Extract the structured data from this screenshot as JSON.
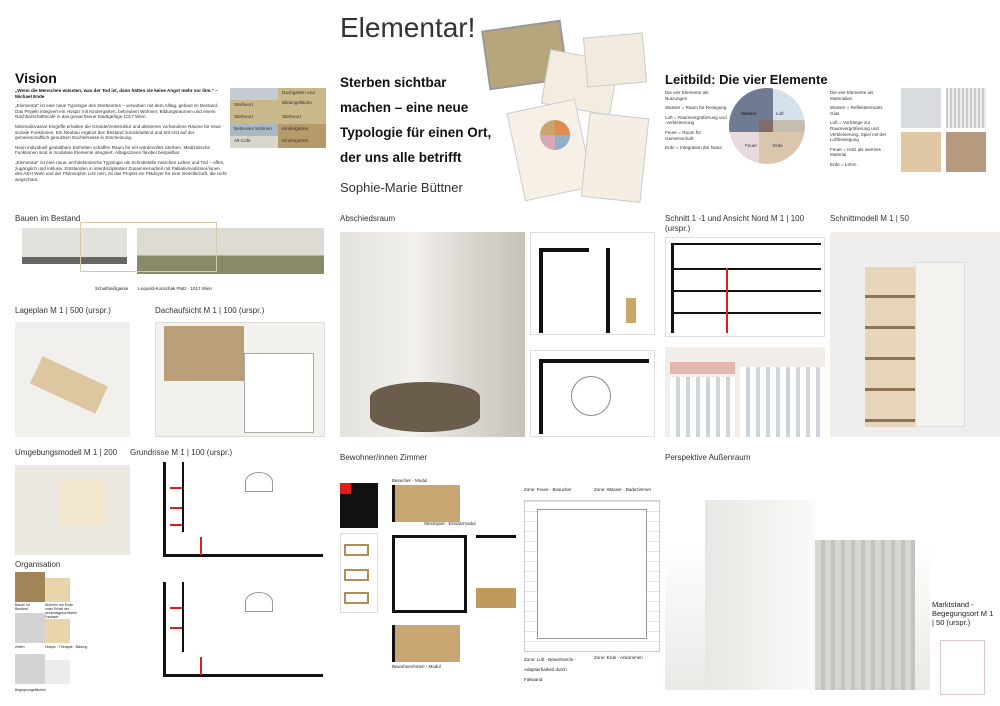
{
  "title": "Elementar!",
  "vision": {
    "heading": "Vision",
    "quote": "„Wenn die Menschen wüssten, was der Tod ist, dann hätten sie keine Angst mehr vor ihm.“ – Michael Ende",
    "p1": "„Elementar“ ist eine neue Typologie des Sterbeortes – verwoben mit dem Alltag, gebaut im Bestand. Das Projekt integriert ein Hospiz mit Kindergarten, betreutem Wohnen, Bildungsräumen und einem Nachbarschaftscafé in das gewachsene Stadtgefüge 1017 Wien.",
    "p2": "Minimalinvasive Eingriffe erhalten die Gründerzeitstruktur und aktivieren vorhandene Räume für neue soziale Funktionen. Ein Neubau ergänzt den Bestand zurückhaltend und tritt erst auf der gemeinschaftlich genutzten Dachterrasse in Erscheinung.",
    "p3": "Neun individuell gestaltbare Einheiten schaffen Raum für ein würdevolles Sterben. Medizinische Funktionen sind in modulare Elemente integriert, Alltagszonen flexibel bespielbar.",
    "p4": "„Elementar“ ist eine neue, architektonische Typologie als Schnittstelle zwischen Leben und Tod – offen, zugänglich und inklusiv. Entstanden in interdisziplinärer Zusammenarbeit mit Palliativmediziner/innen des AKH Wien und der Philosophin Lisz Hirn, ist das Projekt ein Plädoyer für eine Gesellschaft, die nicht wegschaut.",
    "diagram_labels": [
      "Dachgarten und",
      "Bildungsfläche",
      "Sterbeort",
      "Sterbeort",
      "Sterbeort",
      "Betreutes Wohnen",
      "Kindergarten",
      "Alt-Café",
      "Kindergarten"
    ]
  },
  "subtitle": {
    "lines": [
      "Sterben sichtbar",
      "machen – eine neue",
      "Typologie für einen Ort,",
      "der uns alle betrifft"
    ],
    "author": "Sophie-Marie Büttner"
  },
  "leitbild": {
    "heading": "Leitbild: Die vier Elemente",
    "uses": [
      "Die vier Elemente als Nutzungen",
      "Wasser = Raum für Reinigung",
      "Luft = Raumvergrößerung und -verkleinerung",
      "Feuer = Raum für Gemeinschaft",
      "Erde = Integration der Natur"
    ],
    "quadrants": [
      "Wasser",
      "Luft",
      "Feuer",
      "Erde"
    ],
    "materials": [
      "Die vier Elemente als Materialien",
      "Wasser = Reflektierendes Glas",
      "Luft = Vorhänge zur Raumvergrößerung und Verkleinerung. Spiel mit der Luftbewegung",
      "Feuer = Holz als warmes Material",
      "Erde = Lehm"
    ],
    "colors": {
      "wasser": "#6f7a93",
      "luft": "#d6e1ec",
      "feuer": "#e7dade",
      "erde": "#d9c6ad"
    }
  },
  "sections": {
    "bestand": "Bauen im Bestand",
    "bestand_captions": [
      "Schultheißgasse",
      "Leopold-Kunschak Platz · 1017 Wien"
    ],
    "lageplan": "Lageplan M 1 | 500 (urspr.)",
    "dachaufsicht": "Dachaufsicht M 1 | 100 (urspr.)",
    "abschiedsraum": "Abschiedsraum",
    "schnitt": "Schnitt 1 -1 und Ansicht Nord  M 1 | 100 (urspr.)",
    "schnittmodell": "Schnittmodell M 1 | 50",
    "umgebungsmodell": "Umgebungsmodell M 1 | 200",
    "grundrisse": "Grundrisse M 1 | 100 (urspr.)",
    "organisation": "Organisation",
    "org_labels": [
      "Bauen im Bestand",
      "Wohnen am Ende unter Erhalt der denkmalgeschützten Fassade",
      "Zellen",
      "Hospiz · Therapie · Bildung",
      "Begegnungsflächen"
    ],
    "bewohner": "Bewohner/innen Zimmer",
    "bewohner_labels": [
      "Besucher - Modul",
      "Steckspiel - Einsatzmodul",
      "Bewohner/innen - Modul"
    ],
    "zones": [
      "Zone: Feuer - Besucher",
      "Zone: Wasser - Badezimmer",
      "Zone: Luft - Bewohner/in - Adaptierbarkeit durch Faltwand",
      "Zone: Erde - Ankommen"
    ],
    "perspektive": "Perspektive Außenraum",
    "marktstand": "Marktstand - Begegungsort M 1 | 50 (urspr.)"
  }
}
